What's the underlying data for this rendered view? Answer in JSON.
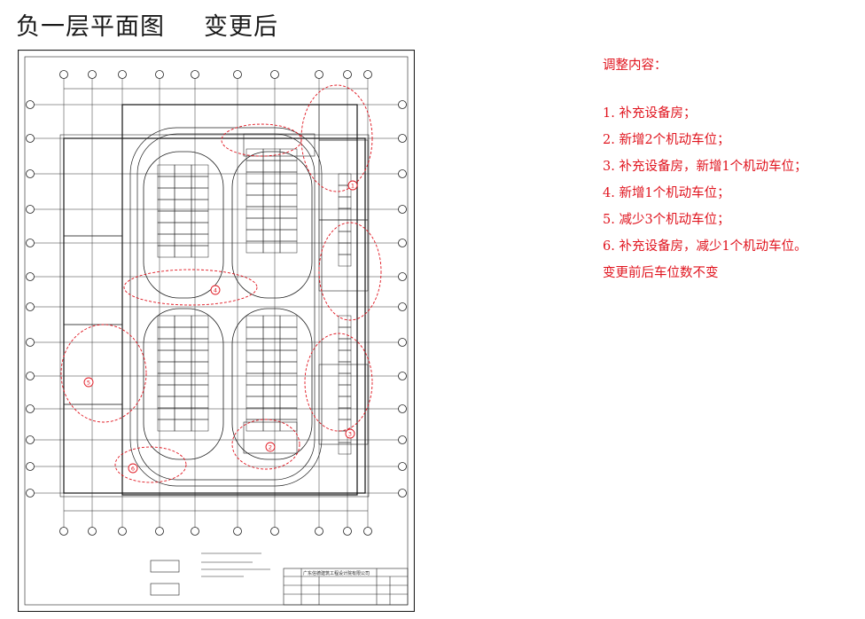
{
  "title": {
    "main": "负一层平面图",
    "sub": "变更后"
  },
  "notes": {
    "heading": "调整内容：",
    "items": [
      "1. 补充设备房；",
      "2. 新增2个机动车位；",
      "3. 补充设备房，新增1个机动车位；",
      "4. 新增1个机动车位；",
      "5. 减少3个机动车位；",
      "6. 补充设备房，减少1个机动车位。",
      "变更前后车位数不变"
    ]
  },
  "drawing": {
    "revision_marks": [
      "1",
      "2",
      "3",
      "4",
      "5",
      "6"
    ],
    "titleblock_company": "广东信德建筑工程设计院有限公司",
    "line_color": "#222222",
    "mark_color": "#e0141e"
  }
}
